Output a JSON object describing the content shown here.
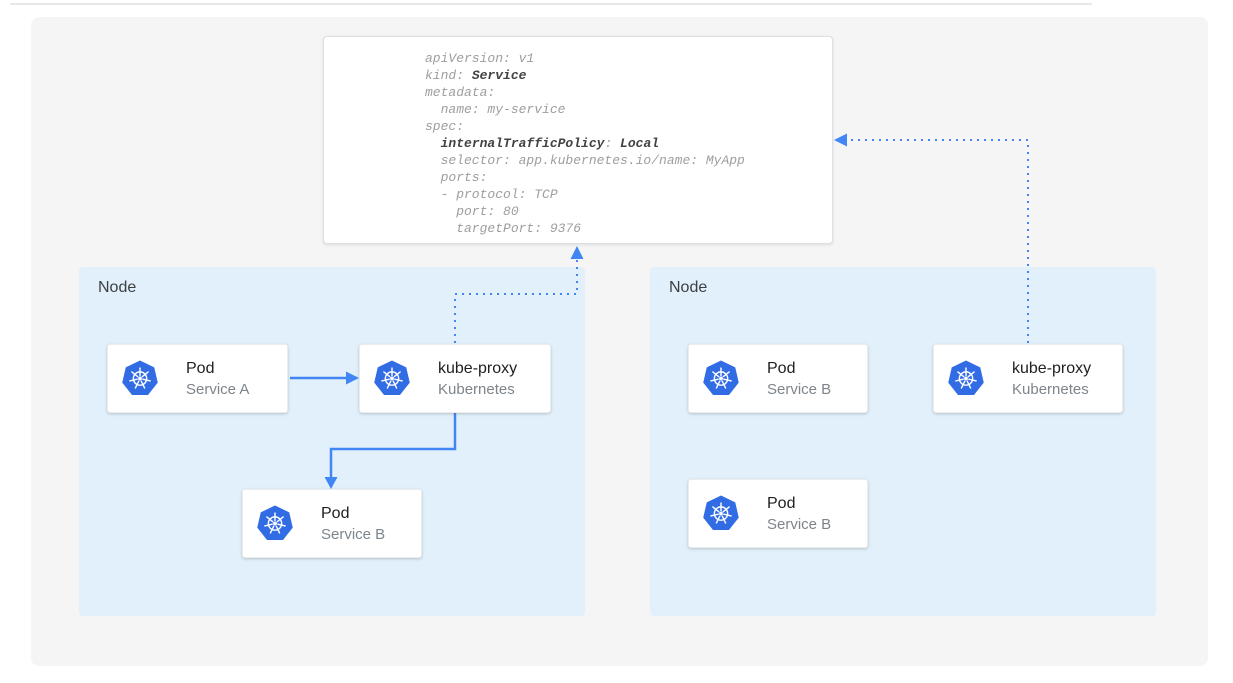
{
  "colors": {
    "canvas_bg": "#f5f5f6",
    "node_bg": "#e1f0fb",
    "arrow_blue": "#4285f4",
    "kubernetes_blue": "#326ce5",
    "yaml_text": "#9e9e9e",
    "yaml_bold": "#424242",
    "card_title": "#212121",
    "card_subtitle": "#7d858c",
    "node_label": "#3c4043"
  },
  "yaml_card": {
    "lines": [
      {
        "segments": [
          {
            "text": "apiVersion: v1",
            "bold": false
          }
        ]
      },
      {
        "segments": [
          {
            "text": "kind: ",
            "bold": false
          },
          {
            "text": "Service",
            "bold": true
          }
        ]
      },
      {
        "segments": [
          {
            "text": "metadata:",
            "bold": false
          }
        ]
      },
      {
        "segments": [
          {
            "text": "  name: my-service",
            "bold": false
          }
        ]
      },
      {
        "segments": [
          {
            "text": "spec:",
            "bold": false
          }
        ]
      },
      {
        "segments": [
          {
            "text": "  ",
            "bold": false
          },
          {
            "text": "internalTrafficPolicy",
            "bold": true
          },
          {
            "text": ": ",
            "bold": false
          },
          {
            "text": "Local",
            "bold": true
          }
        ]
      },
      {
        "segments": [
          {
            "text": "  selector: app.kubernetes.io/name: MyApp",
            "bold": false
          }
        ]
      },
      {
        "segments": [
          {
            "text": "  ports:",
            "bold": false
          }
        ]
      },
      {
        "segments": [
          {
            "text": "  - protocol: TCP",
            "bold": false
          }
        ]
      },
      {
        "segments": [
          {
            "text": "    port: 80",
            "bold": false
          }
        ]
      },
      {
        "segments": [
          {
            "text": "    targetPort: 9376",
            "bold": false
          }
        ]
      }
    ]
  },
  "nodes": [
    {
      "label": "Node",
      "cards": [
        {
          "title": "Pod",
          "subtitle": "Service A",
          "icon": "kubernetes-icon"
        },
        {
          "title": "kube-proxy",
          "subtitle": "Kubernetes",
          "icon": "kubernetes-icon"
        },
        {
          "title": "Pod",
          "subtitle": "Service B",
          "icon": "kubernetes-icon"
        }
      ]
    },
    {
      "label": "Node",
      "cards": [
        {
          "title": "Pod",
          "subtitle": "Service B",
          "icon": "kubernetes-icon"
        },
        {
          "title": "kube-proxy",
          "subtitle": "Kubernetes",
          "icon": "kubernetes-icon"
        },
        {
          "title": "Pod",
          "subtitle": "Service B",
          "icon": "kubernetes-icon"
        }
      ]
    }
  ]
}
